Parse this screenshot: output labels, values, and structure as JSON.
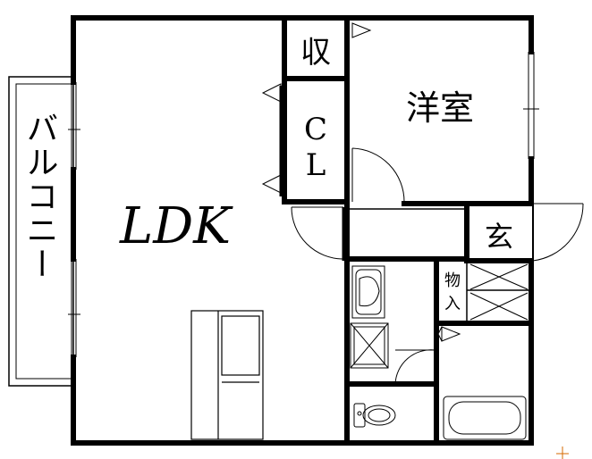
{
  "rooms": {
    "ldk": "LDK",
    "western_room": "洋室",
    "storage": "収",
    "closet": [
      "C",
      "L"
    ],
    "entrance": "玄",
    "storeroom": [
      "物",
      "入"
    ]
  },
  "balcony": "バルコニー"
}
